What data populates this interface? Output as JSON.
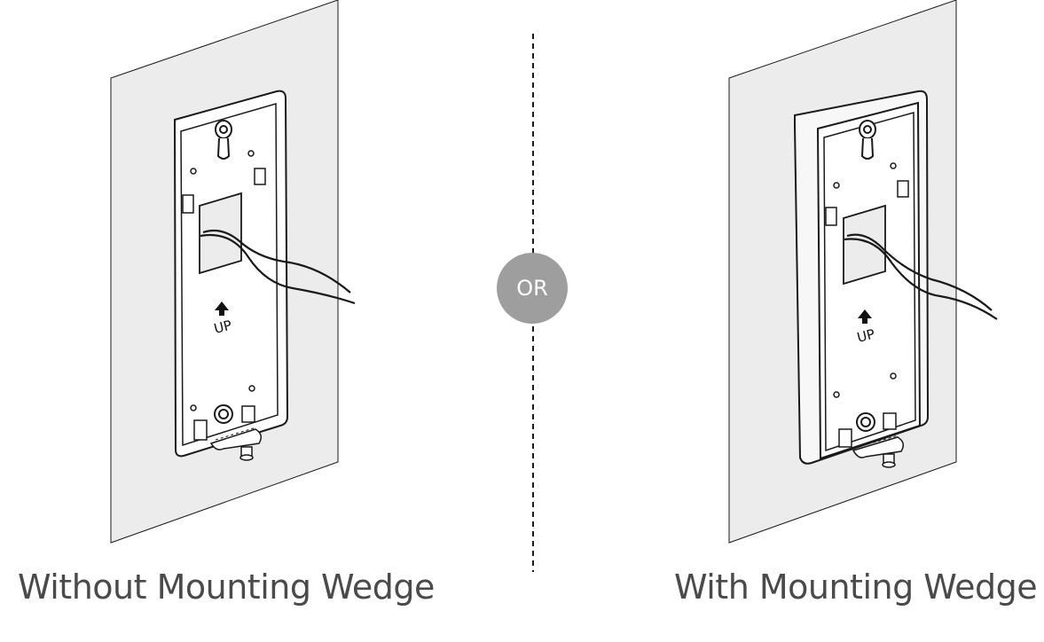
{
  "diagram": {
    "left_option": {
      "caption": "Without Mounting Wedge",
      "plate_label": "UP"
    },
    "right_option": {
      "caption": "With Mounting Wedge",
      "plate_label": "UP"
    },
    "divider_label": "OR",
    "colors": {
      "wall": "#ececec",
      "line": "#1a1a1a",
      "badge": "#9e9e9e",
      "caption_text": "#4a4a4a"
    }
  }
}
